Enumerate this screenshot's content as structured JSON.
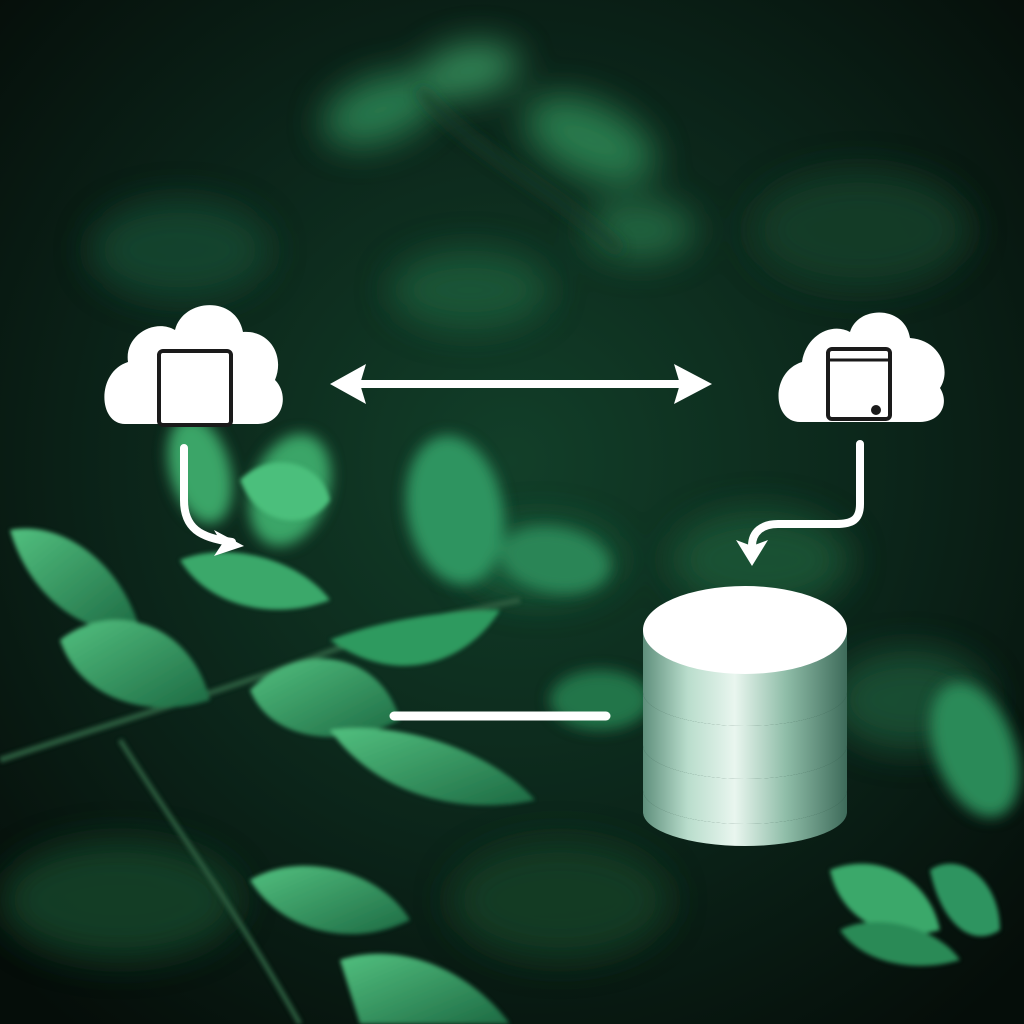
{
  "colors": {
    "background_dark": "#07130d",
    "foliage_deep": "#0f3b26",
    "foliage_mid": "#1f6b45",
    "foliage_light": "#3fae6f",
    "icon_white": "#ffffff",
    "database_metal": "#9cc7b2",
    "database_shadow": "#23483a"
  },
  "icons": {
    "left_cloud": "cloud-storage-icon",
    "right_cloud": "cloud-server-icon",
    "database": "database-icon",
    "sync_arrow": "double-headed-arrow",
    "left_flow_arrow": "curved-down-right-arrow",
    "right_flow_arrow": "curved-down-left-arrow",
    "connector": "horizontal-connector-line"
  }
}
